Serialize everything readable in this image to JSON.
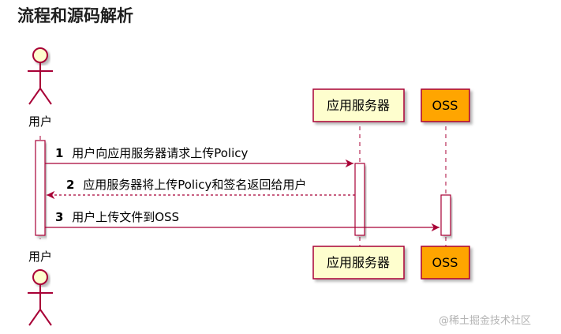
{
  "header": {
    "title": "流程和源码解析"
  },
  "participants": [
    {
      "id": "user",
      "label": "用户",
      "kind": "actor"
    },
    {
      "id": "appserver",
      "label": "应用服务器",
      "kind": "box"
    },
    {
      "id": "oss",
      "label": "OSS",
      "kind": "box"
    }
  ],
  "messages": [
    {
      "num": "1",
      "text": "用户向应用服务器请求上传Policy",
      "from": "user",
      "to": "appserver",
      "style": "solid"
    },
    {
      "num": "2",
      "text": "应用服务器将上传Policy和签名返回给用户",
      "from": "appserver",
      "to": "user",
      "style": "dashed"
    },
    {
      "num": "3",
      "text": "用户上传文件到OSS",
      "from": "user",
      "to": "oss",
      "style": "solid"
    }
  ],
  "colors": {
    "line": "#a80036",
    "actor_fill": "#fefece",
    "box_fill": "#fefece",
    "oss_fill": "#ffa500",
    "text": "#000000"
  },
  "watermark": "@稀土掘金技术社区"
}
